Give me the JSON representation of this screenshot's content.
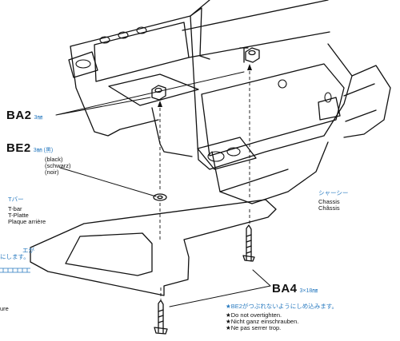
{
  "parts": {
    "ba2": {
      "code": "BA2",
      "size": "3㎜"
    },
    "be2": {
      "code": "BE2",
      "size": "3㎜ (黒)",
      "colors": [
        "(black)",
        "(schwarz)",
        "(noir)"
      ]
    },
    "ba4": {
      "code": "BA4",
      "size": "3×18㎜"
    }
  },
  "labels": {
    "chassis_jp": "シャーシー",
    "chassis": [
      "Chassis",
      "Châssis"
    ],
    "tbar_jp": "Tバー",
    "tbar": [
      "T-bar",
      "T-Platte",
      "Plaque arrière"
    ],
    "edge_jp": [
      "エが",
      "にします。"
    ],
    "edge_en": "ure"
  },
  "note": {
    "jp": "★BE2がつぶれないようにしめ込みます。",
    "lines": [
      "★Do not overtighten.",
      "★Nicht ganz einschrauben.",
      "★Ne pas serrer trop."
    ]
  },
  "colors": {
    "accent": "#2a7bc0",
    "line": "#111111"
  }
}
